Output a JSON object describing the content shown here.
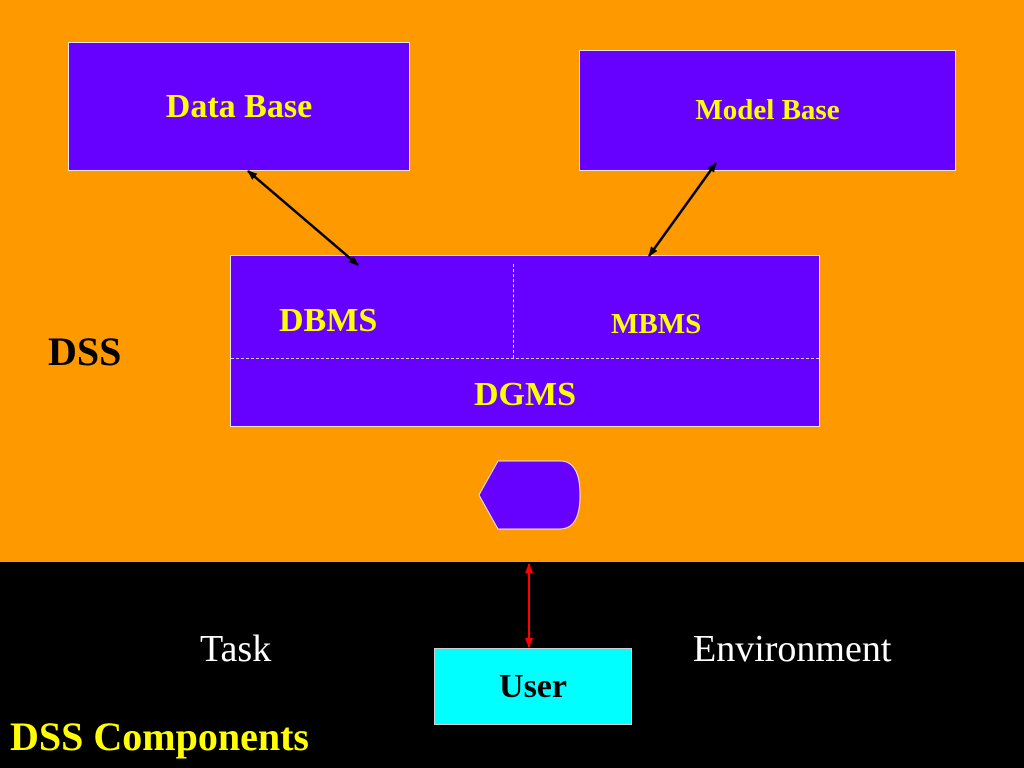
{
  "title": "DSS Components",
  "system_label": "DSS",
  "components": {
    "database": "Data Base",
    "model_base": "Model Base",
    "dbms": "DBMS",
    "mbms": "MBMS",
    "dgms": "DGMS"
  },
  "external": {
    "task": "Task",
    "environment": "Environment",
    "user": "User"
  },
  "colors": {
    "system_background": "#FF9900",
    "outside_background": "#000000",
    "component_fill": "#6600FF",
    "component_text": "#FFFF00",
    "user_fill": "#00FFFF",
    "user_link": "#FF0000"
  }
}
